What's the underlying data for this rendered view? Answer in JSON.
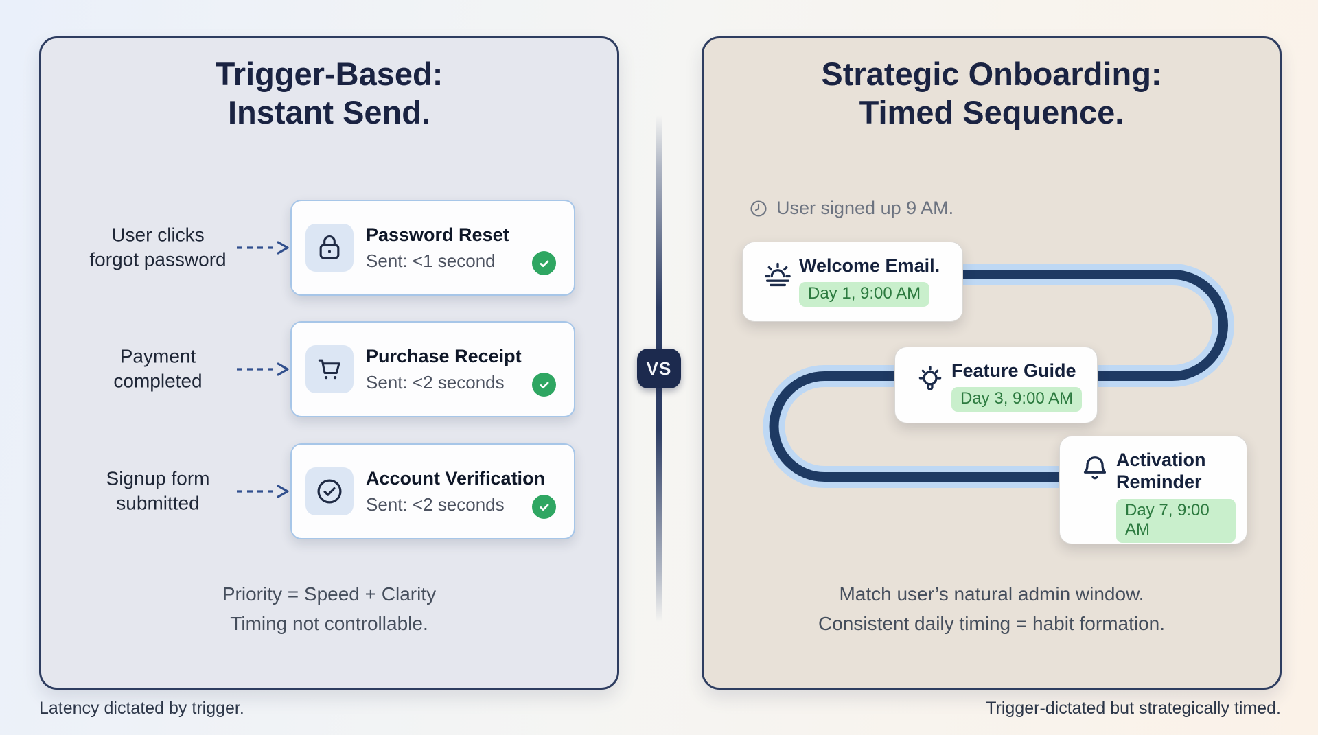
{
  "page": {
    "vs_label": "VS",
    "left_caption": "Latency dictated by trigger.",
    "right_caption": "Trigger-dictated but strategically timed."
  },
  "left_panel": {
    "title_line1": "Trigger-Based:",
    "title_line2": "Instant Send.",
    "rows": [
      {
        "trigger_line1": "User clicks",
        "trigger_line2": "forgot password",
        "icon": "lock-icon",
        "title": "Password Reset",
        "subtitle": "Sent: <1 second",
        "status_icon": "check-circle-icon"
      },
      {
        "trigger_line1": "Payment",
        "trigger_line2": "completed",
        "icon": "cart-icon",
        "title": "Purchase Receipt",
        "subtitle": "Sent: <2 seconds",
        "status_icon": "check-circle-icon"
      },
      {
        "trigger_line1": "Signup form",
        "trigger_line2": "submitted",
        "icon": "circle-check-icon",
        "title": "Account Verification",
        "subtitle": "Sent: <2 seconds",
        "status_icon": "check-circle-icon"
      }
    ],
    "footer_line1": "Priority = Speed + Clarity",
    "footer_line2": "Timing not controllable."
  },
  "right_panel": {
    "title_line1": "Strategic Onboarding:",
    "title_line2": "Timed Sequence.",
    "signup_note": "User signed up 9 AM.",
    "signup_note_icon": "clock-icon",
    "steps": [
      {
        "icon": "sunrise-icon",
        "title": "Welcome Email.",
        "badge": "Day 1, 9:00 AM"
      },
      {
        "icon": "bulb-icon",
        "title": "Feature Guide",
        "badge": "Day 3, 9:00 AM"
      },
      {
        "icon": "bell-icon",
        "title": "Activation Reminder",
        "badge": "Day 7, 9:00 AM"
      }
    ],
    "footer_line1": "Match user’s natural admin window.",
    "footer_line2": "Consistent daily timing = habit formation."
  },
  "colors": {
    "left_panel_bg": "#e5e7ee",
    "right_panel_bg": "#e8e1d8",
    "panel_border": "#2e3d60",
    "card_border": "#a7c6e8",
    "title_navy": "#1a2342",
    "success_green": "#2fa662",
    "badge_bg": "#c9efcc",
    "badge_text": "#2c7a3f",
    "path_outer": "#bed8f4",
    "path_inner": "#1e3a63",
    "vs_badge_bg": "#1c2a4e"
  }
}
